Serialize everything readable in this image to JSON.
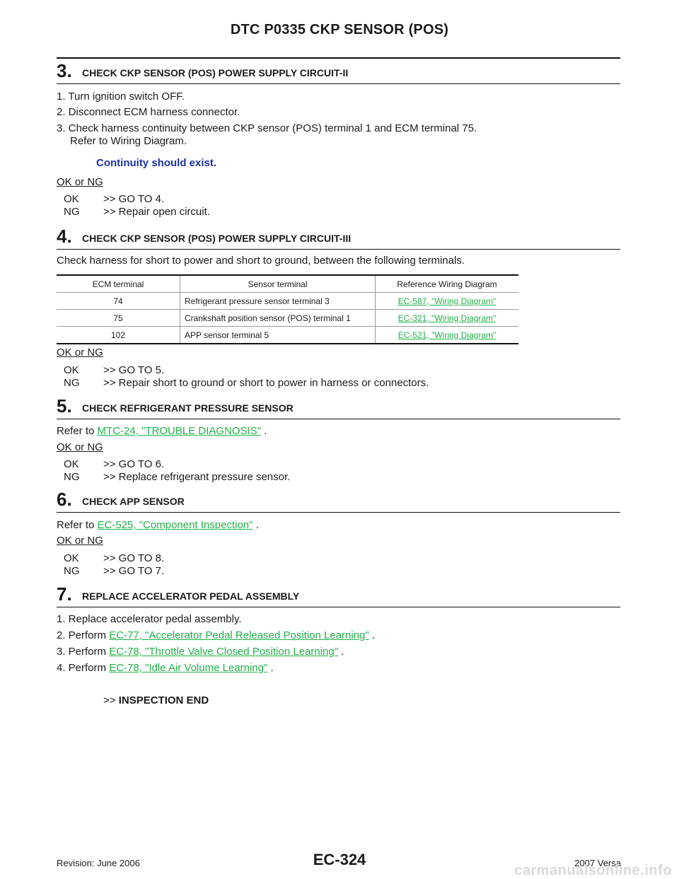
{
  "header": {
    "title": "DTC P0335 CKP SENSOR (POS)"
  },
  "step3": {
    "number": "3.",
    "title": "CHECK CKP SENSOR (POS) POWER SUPPLY CIRCUIT-II",
    "items": [
      "1. Turn ignition switch OFF.",
      "2. Disconnect ECM harness connector.",
      "3. Check harness continuity between CKP sensor (POS) terminal 1 and ECM terminal 75."
    ],
    "item3_cont": "Refer to Wiring Diagram.",
    "spec": "Continuity should exist.",
    "ok_label": "OK or NG",
    "ok_key": "OK",
    "ok_text": ">> GO TO 4.",
    "ng_key": "NG",
    "ng_text": ">> Repair open circuit."
  },
  "step4": {
    "number": "4.",
    "title": "CHECK CKP SENSOR (POS) POWER SUPPLY CIRCUIT-III",
    "intro": "Check harness for short to power and short to ground, between the following terminals.",
    "table": {
      "headers": [
        "ECM terminal",
        "Sensor terminal",
        "Reference Wiring Diagram"
      ],
      "rows": [
        [
          "74",
          "Refrigerant pressure sensor terminal 3",
          "EC-587, \"Wiring Diagram\""
        ],
        [
          "75",
          "Crankshaft position sensor (POS) terminal 1",
          "EC-321, \"Wiring Diagram\""
        ],
        [
          "102",
          "APP sensor terminal 5",
          "EC-521, \"Wiring Diagram\""
        ]
      ]
    },
    "ok_label": "OK or NG",
    "ok_key": "OK",
    "ok_text": ">> GO TO 5.",
    "ng_key": "NG",
    "ng_text": ">> Repair short to ground or short to power in harness or connectors."
  },
  "step5": {
    "number": "5.",
    "title": "CHECK REFRIGERANT PRESSURE SENSOR",
    "refer_prefix": "Refer to ",
    "refer_link": "MTC-24, \"TROUBLE DIAGNOSIS\"",
    "refer_suffix": " .",
    "ok_label": "OK or NG",
    "ok_key": "OK",
    "ok_text": ">> GO TO 6.",
    "ng_key": "NG",
    "ng_text": ">> Replace refrigerant pressure sensor."
  },
  "step6": {
    "number": "6.",
    "title": "CHECK APP SENSOR",
    "refer_prefix": "Refer to ",
    "refer_link": "EC-525, \"Component Inspection\"",
    "refer_suffix": " .",
    "ok_label": "OK or NG",
    "ok_key": "OK",
    "ok_text": ">> GO TO 8.",
    "ng_key": "NG",
    "ng_text": ">> GO TO 7."
  },
  "step7": {
    "number": "7.",
    "title": "REPLACE ACCELERATOR PEDAL ASSEMBLY",
    "item1": "1. Replace accelerator pedal assembly.",
    "item2_prefix": "2. Perform ",
    "item2_link": "EC-77, \"Accelerator Pedal Released Position Learning\"",
    "item2_suffix": " .",
    "item3_prefix": "3. Perform ",
    "item3_link": "EC-78, \"Throttle Valve Closed Position Learning\"",
    "item3_suffix": " .",
    "item4_prefix": "4. Perform ",
    "item4_link": "EC-78, \"Idle Air Volume Learning\"",
    "item4_suffix": " .",
    "end_prefix": ">> ",
    "end_text": "INSPECTION END"
  },
  "footer": {
    "revision": "Revision: June 2006",
    "page": "EC-324",
    "model": "2007 Versa",
    "watermark": "carmanualsonline.info"
  },
  "colors": {
    "link": "#22b04a",
    "spec": "#1d31a8",
    "rule": "#111111"
  }
}
